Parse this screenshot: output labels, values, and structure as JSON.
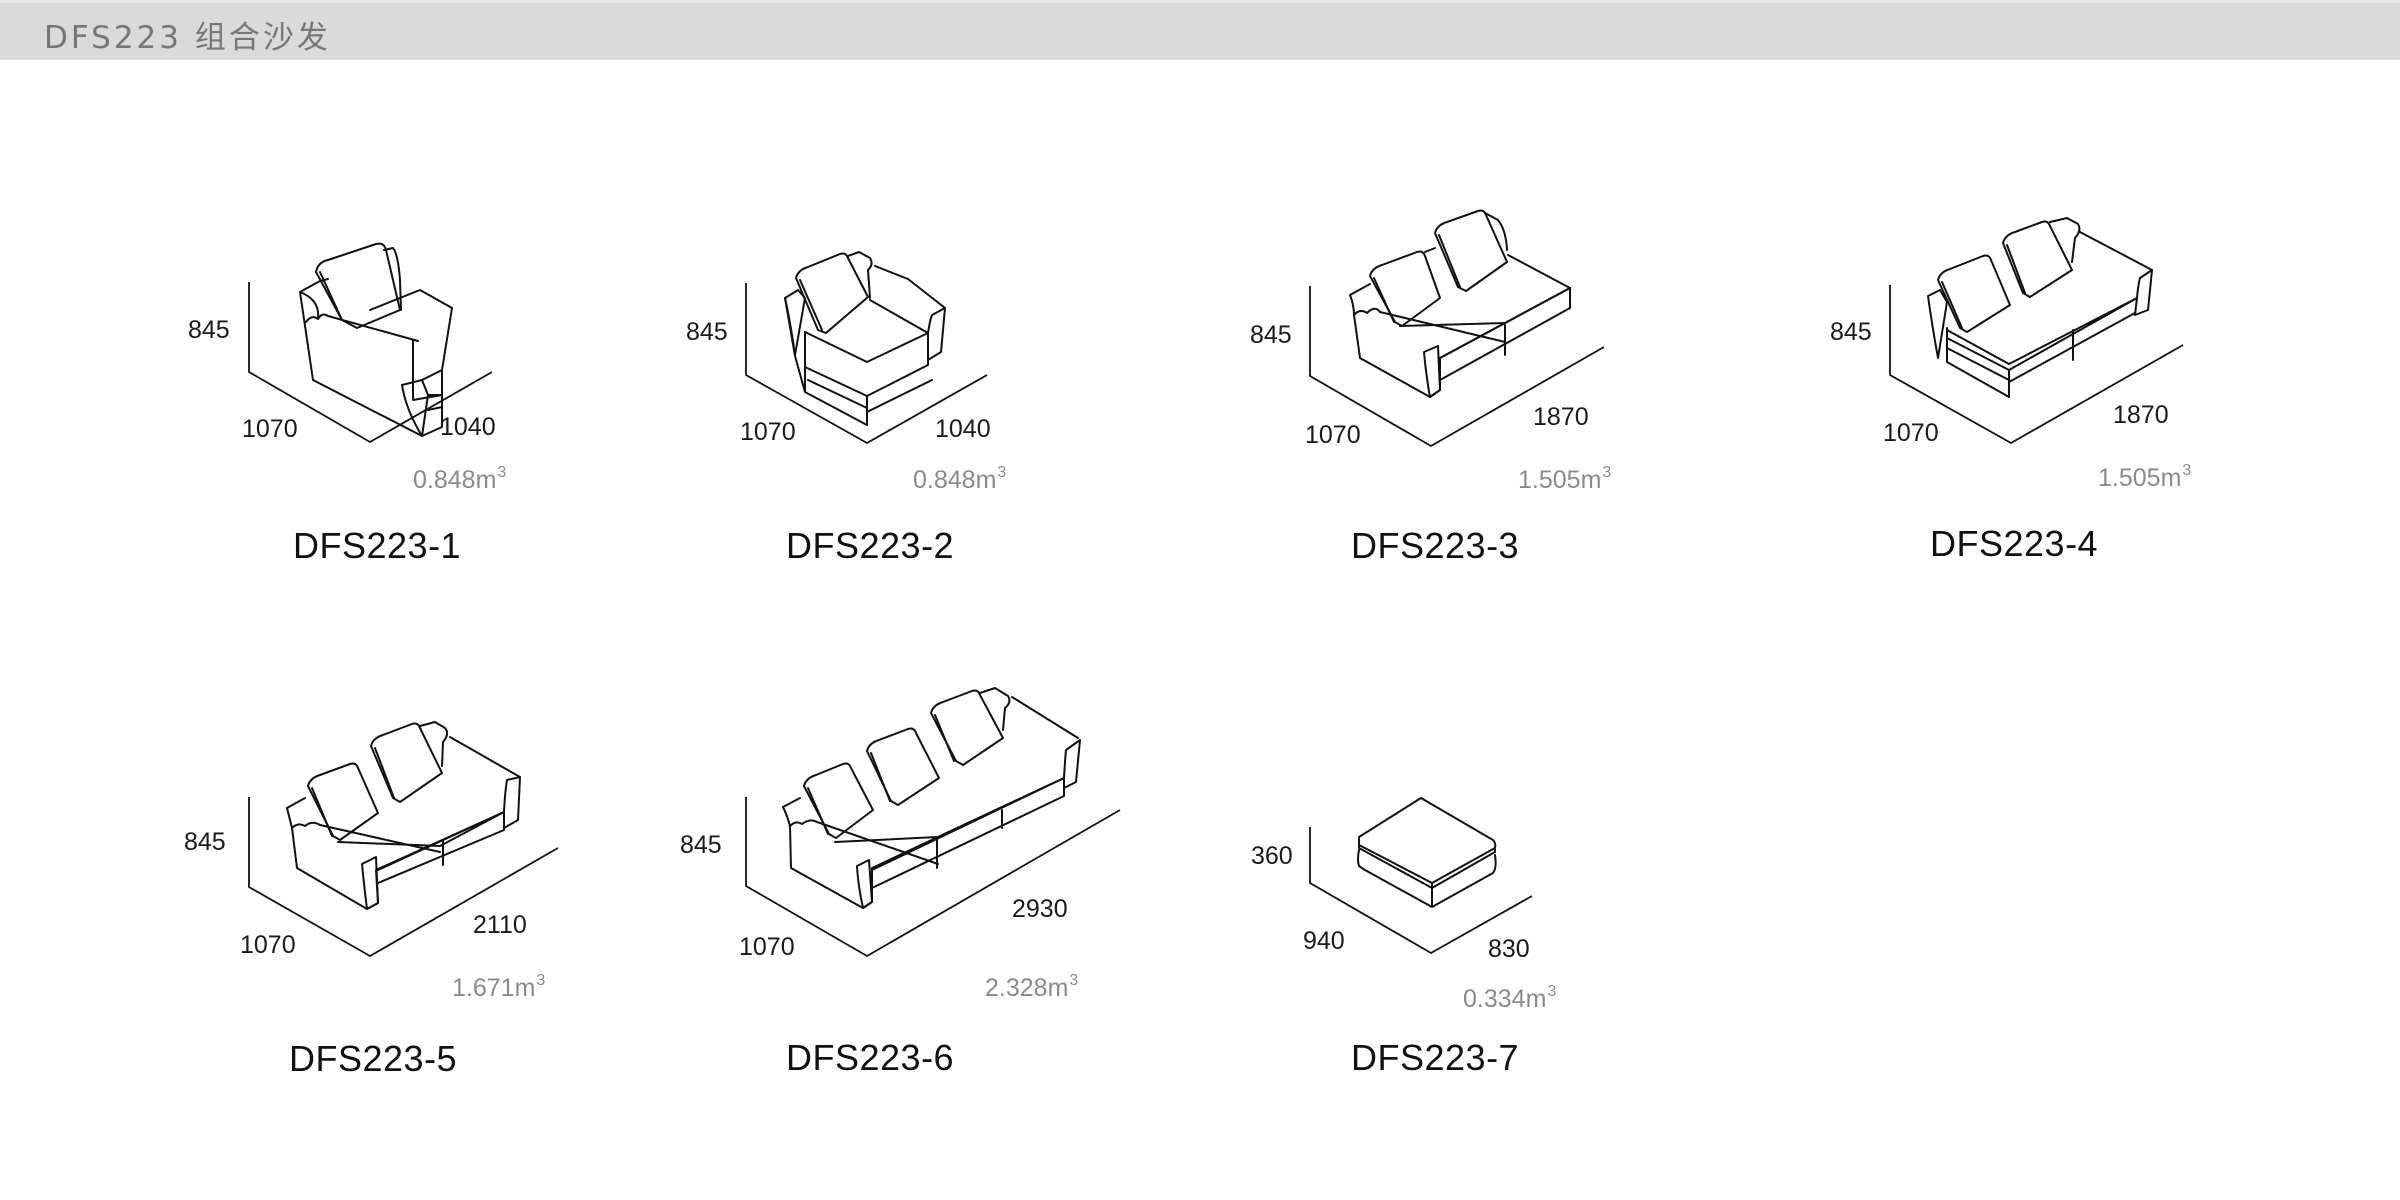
{
  "header": {
    "title": "DFS223 组合沙发"
  },
  "items": [
    {
      "code": "DFS223-1",
      "height": "845",
      "depth": "1070",
      "width": "1040",
      "volume": "0.848",
      "volume_unit": "m",
      "volume_exp": "3",
      "type": "one-seat-left-arm"
    },
    {
      "code": "DFS223-2",
      "height": "845",
      "depth": "1070",
      "width": "1040",
      "volume": "0.848",
      "volume_unit": "m",
      "volume_exp": "3",
      "type": "one-seat-right-arm"
    },
    {
      "code": "DFS223-3",
      "height": "845",
      "depth": "1070",
      "width": "1870",
      "volume": "1.505",
      "volume_unit": "m",
      "volume_exp": "3",
      "type": "two-seat-left-arm"
    },
    {
      "code": "DFS223-4",
      "height": "845",
      "depth": "1070",
      "width": "1870",
      "volume": "1.505",
      "volume_unit": "m",
      "volume_exp": "3",
      "type": "two-seat-right-arm"
    },
    {
      "code": "DFS223-5",
      "height": "845",
      "depth": "1070",
      "width": "2110",
      "volume": "1.671",
      "volume_unit": "m",
      "volume_exp": "3",
      "type": "two-seat-both-arms"
    },
    {
      "code": "DFS223-6",
      "height": "845",
      "depth": "1070",
      "width": "2930",
      "volume": "2.328",
      "volume_unit": "m",
      "volume_exp": "3",
      "type": "three-seat-both-arms"
    },
    {
      "code": "DFS223-7",
      "height": "360",
      "depth": "940",
      "width": "830",
      "volume": "0.334",
      "volume_unit": "m",
      "volume_exp": "3",
      "type": "ottoman"
    }
  ]
}
